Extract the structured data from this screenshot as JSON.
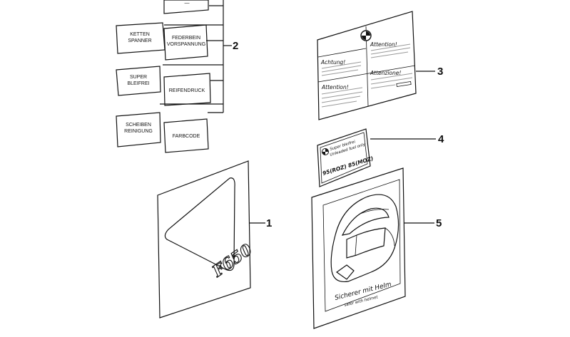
{
  "callouts": [
    "1",
    "2",
    "3",
    "4",
    "5"
  ],
  "labels_group2": [
    [
      "KETTEN",
      "SPANNER"
    ],
    [
      "FEDERBEIN",
      "VORSPANNUNG"
    ],
    [
      "SUPER",
      "BLEIFREI"
    ],
    [
      "REIFENDRUCK"
    ],
    [
      "SCHEIBEN",
      "REINIGUNG"
    ],
    [
      "FARBCODE"
    ]
  ],
  "warning_label_3": {
    "achtung": "Achtung!",
    "attention": "Attention!",
    "attention2": "Attention!",
    "attenzione": "Attenzione!"
  },
  "fuel_label_4": {
    "line1": "Super bleifrei",
    "line2": "Unleaded fuel only",
    "octane": "95(ROZ) 85(MOZ)"
  },
  "model_decal_1": "F650",
  "helmet_label_5": {
    "line1": "Sicherer mit Helm",
    "line2": "safer with helmet"
  }
}
